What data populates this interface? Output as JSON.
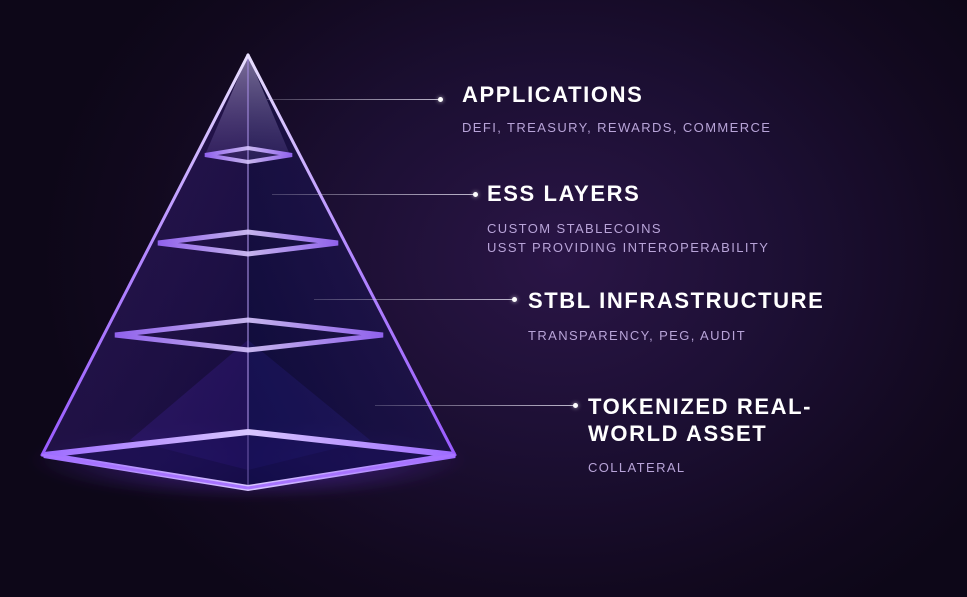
{
  "layers": [
    {
      "title": "APPLICATIONS",
      "subtitle_lines": [
        "DEFI, TREASURY, REWARDS, COMMERCE"
      ]
    },
    {
      "title": "ESS LAYERS",
      "subtitle_lines": [
        "CUSTOM STABLECOINS",
        "USST PROVIDING INTEROPERABILITY"
      ]
    },
    {
      "title": "STBL INFRASTRUCTURE",
      "subtitle_lines": [
        "TRANSPARENCY, PEG, AUDIT"
      ]
    },
    {
      "title_lines": [
        "TOKENIZED REAL-",
        "WORLD ASSET"
      ],
      "subtitle_lines": [
        "COLLATERAL"
      ]
    }
  ],
  "colors": {
    "background": "#12091f",
    "accent": "#8a4dff",
    "glow": "#b388ff",
    "title": "#ffffff",
    "subtitle": "#b8a4d8"
  }
}
